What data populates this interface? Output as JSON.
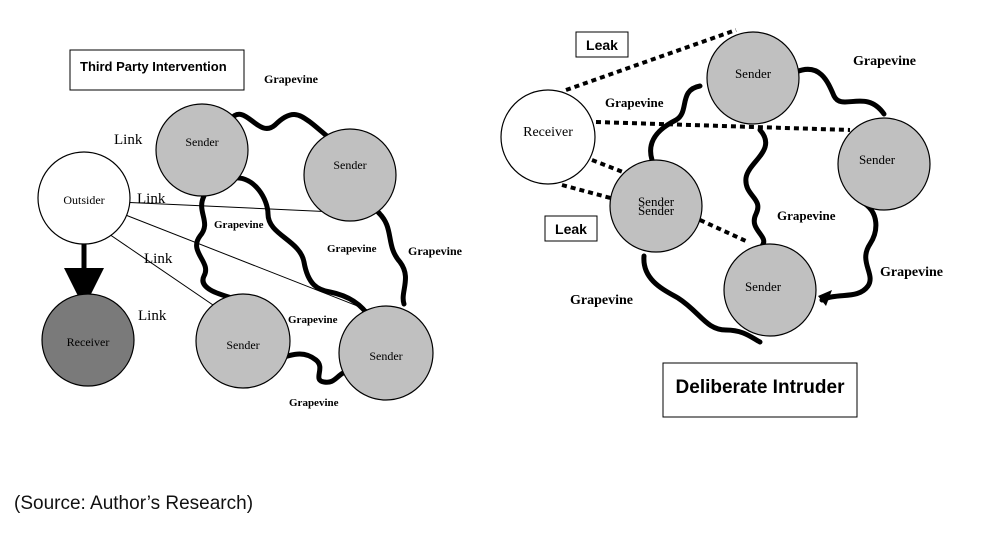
{
  "left": {
    "title": "Third Party Intervention",
    "nodes": {
      "outsider": "Outsider",
      "receiver": "Receiver",
      "sender_1": "Sender",
      "sender_2": "Sender",
      "sender_3": "Sender",
      "sender_4": "Sender"
    },
    "links": [
      "Link",
      "Link",
      "Link",
      "Link"
    ],
    "grapevines": [
      "Grapevine",
      "Grapevine",
      "Grapevine",
      "Grapevine",
      "Grapevine",
      "Grapevine"
    ]
  },
  "right": {
    "title": "Deliberate Intruder",
    "leak_labels": [
      "Leak",
      "Leak"
    ],
    "nodes": {
      "receiver": "Receiver",
      "sender_top": "Sender",
      "sender_right": "Sender",
      "sender_left": "Sender",
      "sender_left_overlap": "Sender",
      "sender_bottom": "Sender"
    },
    "grapevines": [
      "Grapevine",
      "Grapevine",
      "Grapevine",
      "Grapevine",
      "Grapevine"
    ]
  },
  "source": "(Source: Author’s Research)",
  "colors": {
    "sender_fill": "#c0c0c0",
    "receiver_dark_fill": "#7a7a7a",
    "line": "#000000",
    "background": "#ffffff"
  }
}
